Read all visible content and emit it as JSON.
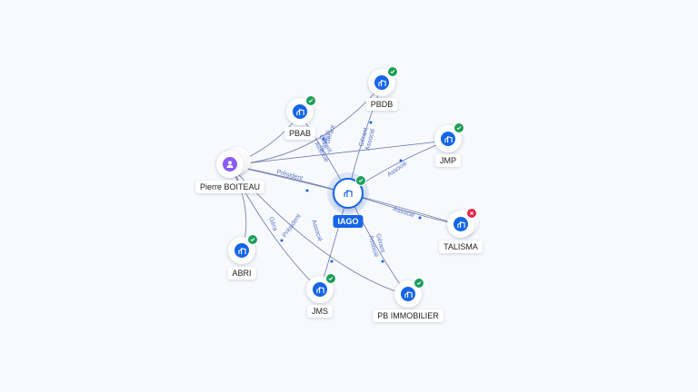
{
  "center": {
    "label": "IAGO",
    "icon": "building-icon",
    "status": "active"
  },
  "nodes": {
    "pbab": {
      "label": "PBAB",
      "icon": "building-icon",
      "status": "active"
    },
    "pbdb": {
      "label": "PBDB",
      "icon": "building-icon",
      "status": "active"
    },
    "jmp": {
      "label": "JMP",
      "icon": "building-icon",
      "status": "active"
    },
    "pierre": {
      "label": "Pierre BOITEAU",
      "icon": "person-icon"
    },
    "talisma": {
      "label": "TALISMA",
      "icon": "building-icon",
      "status": "inactive"
    },
    "abri": {
      "label": "ABRI",
      "icon": "building-icon",
      "status": "active"
    },
    "jms": {
      "label": "JMS",
      "icon": "building-icon",
      "status": "active"
    },
    "pbimmo": {
      "label": "PB IMMOBILIER",
      "icon": "building-icon",
      "status": "active"
    }
  },
  "edge_labels": {
    "pierre_pbab": "Gérant",
    "pierre_pbab2": "Associé",
    "pierre_iago": "Président",
    "iago_pbdb": "Gérant",
    "iago_pbdb2": "Associé",
    "iago_pbab": "Gérant",
    "iago_pbab2": "Associé",
    "iago_jmp": "Associé",
    "iago_talisma": "Associé",
    "iago_pbimmo": "Gérant",
    "iago_pbimmo2": "Associé",
    "iago_jms": "Associé",
    "pierre_jms": "Président",
    "pierre_abri": "Géra"
  },
  "colors": {
    "primary": "#1565e8",
    "ok": "#1e9e5a",
    "ko": "#e0284a",
    "person": "#8b5cf6",
    "edge": "#6b7aa8"
  }
}
